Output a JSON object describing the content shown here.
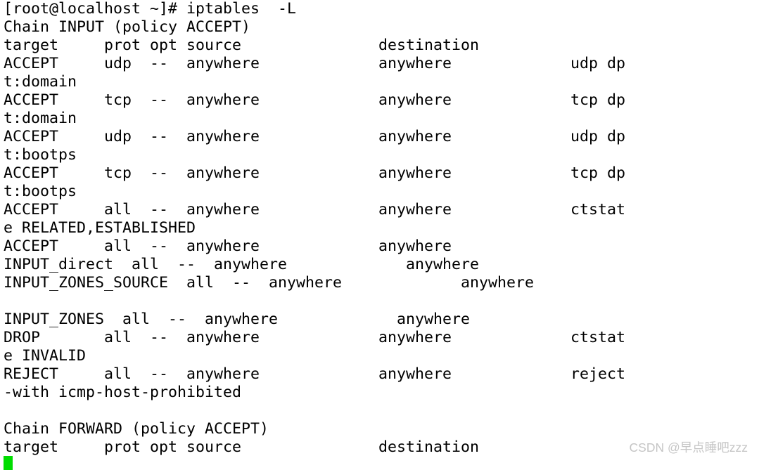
{
  "colors": {
    "background": "#ffffff",
    "text": "#000000",
    "cursor": "#00dd00",
    "watermark": "#c5c5c5"
  },
  "terminal": {
    "prompt": "[root@localhost ~]#",
    "command": "iptables  -L",
    "lines": [
      "[root@localhost ~]# iptables  -L",
      "Chain INPUT (policy ACCEPT)",
      "target     prot opt source               destination",
      "ACCEPT     udp  --  anywhere             anywhere             udp dp",
      "t:domain",
      "ACCEPT     tcp  --  anywhere             anywhere             tcp dp",
      "t:domain",
      "ACCEPT     udp  --  anywhere             anywhere             udp dp",
      "t:bootps",
      "ACCEPT     tcp  --  anywhere             anywhere             tcp dp",
      "t:bootps",
      "ACCEPT     all  --  anywhere             anywhere             ctstat",
      "e RELATED,ESTABLISHED",
      "ACCEPT     all  --  anywhere             anywhere",
      "INPUT_direct  all  --  anywhere             anywhere",
      "INPUT_ZONES_SOURCE  all  --  anywhere             anywhere",
      "",
      "INPUT_ZONES  all  --  anywhere             anywhere",
      "DROP       all  --  anywhere             anywhere             ctstat",
      "e INVALID",
      "REJECT     all  --  anywhere             anywhere             reject",
      "-with icmp-host-prohibited",
      "",
      "Chain FORWARD (policy ACCEPT)",
      "target     prot opt source               destination"
    ],
    "cursor": {
      "visible": true,
      "row": 26,
      "col": 1
    }
  },
  "watermark": {
    "text": "CSDN @早点睡吧zzz"
  }
}
